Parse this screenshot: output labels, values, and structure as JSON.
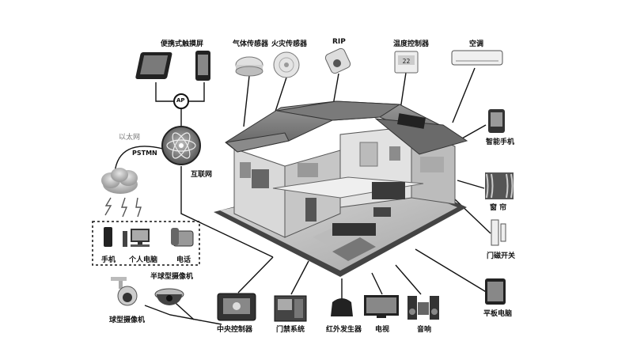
{
  "labels": {
    "touchscreen": "便携式触摸屏",
    "gas_sensor": "气体传感器",
    "fire_sensor": "火灾传感器",
    "rip": "RIP",
    "thermostat": "温度控制器",
    "ac": "空调",
    "ap": "AP",
    "ethernet": "以太网",
    "pstmn": "PSTMN",
    "internet": "互联网",
    "smartphone": "智能手机",
    "curtain": "窗  帘",
    "door_switch": "门磁开关",
    "tablet": "平板电脑",
    "mobile": "手机",
    "pc": "个人电脑",
    "phone": "电话",
    "dome_camera": "半球型摄像机",
    "ball_camera": "球型摄像机",
    "central_controller": "中央控制器",
    "access_control": "门禁系统",
    "ir_emitter": "红外发生器",
    "tv": "电视",
    "audio": "音响"
  },
  "thermostat_display": "22"
}
